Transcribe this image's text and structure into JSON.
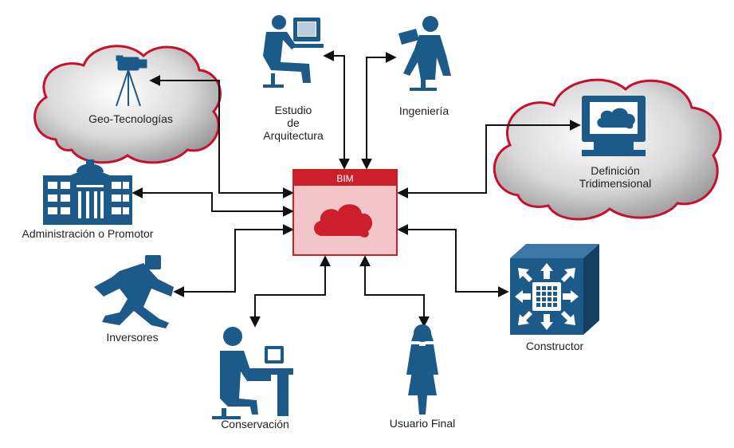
{
  "colors": {
    "icon_blue": "#1c5a8a",
    "bim_red": "#cc1f2b",
    "bim_pink": "#f2c6c8",
    "cloud_border": "#c8102e",
    "arrow": "#111111"
  },
  "hub": {
    "title": "BIM",
    "icon": "cloud-icon"
  },
  "nodes": {
    "geo": {
      "label": "Geo-Tecnologías",
      "icon": "surveying-camera-icon"
    },
    "estudio": {
      "label_lines": [
        "Estudio",
        "de",
        "Arquitectura"
      ],
      "icon": "architect-at-computer-icon"
    },
    "ingenieria": {
      "label": "Ingeniería",
      "icon": "engineer-with-laptop-icon"
    },
    "definicion": {
      "label_lines": [
        "Definición",
        "Tridimensional"
      ],
      "icon": "monitor-icon"
    },
    "administracion": {
      "label": "Administración o Promotor",
      "icon": "government-building-icon"
    },
    "inversores": {
      "label": "Inversores",
      "icon": "running-man-icon"
    },
    "conservacion": {
      "label": "Conservación",
      "icon": "person-at-desk-icon"
    },
    "usuario": {
      "label": "Usuario Final",
      "icon": "woman-user-icon"
    },
    "constructor": {
      "label": "Constructor",
      "icon": "network-switch-icon"
    }
  }
}
